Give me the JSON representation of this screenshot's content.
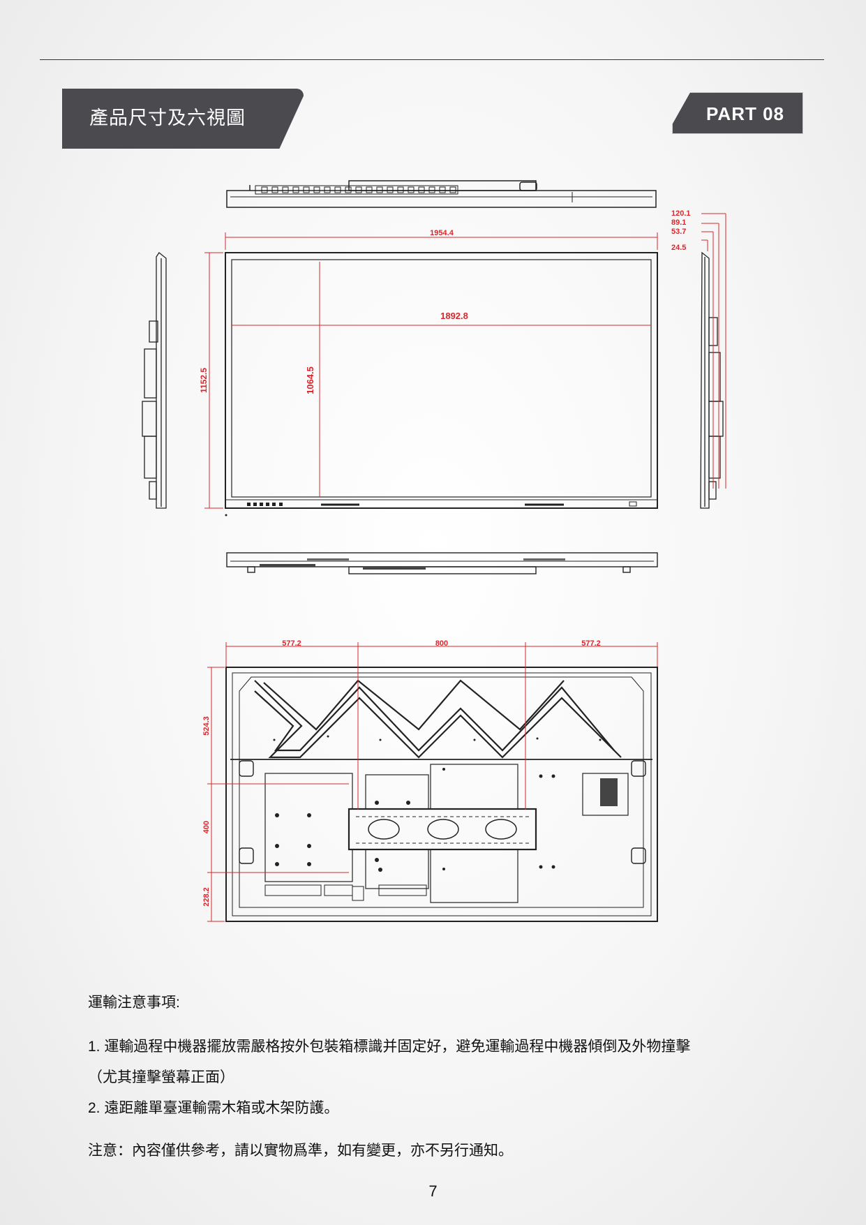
{
  "header": {
    "title": "產品尺寸及六視圖",
    "part_label": "PART 08"
  },
  "dimensions": {
    "overall_width": "1954.4",
    "active_width": "1892.8",
    "overall_height": "1152.5",
    "active_height": "1064.5",
    "depth_total": "120.1",
    "depth_2": "89.1",
    "depth_3": "53.7",
    "depth_4": "24.5",
    "rear_left": "577.2",
    "rear_center": "800",
    "rear_right": "577.2",
    "rear_top": "524.3",
    "rear_mid": "400",
    "rear_bottom": "228.2"
  },
  "notes": {
    "heading": "運輸注意事項:",
    "item1_line1": "1. 運輸過程中機器擺放需嚴格按外包裝箱標識并固定好，避免運輸過程中機器傾倒及外物撞擊",
    "item1_line2": "（尤其撞擊螢幕正面）",
    "item2": "2. 遠距離單臺運輸需木箱或木架防護。",
    "disclaimer": "注意：內容僅供參考，請以實物爲準，如有變更，亦不另行通知。"
  },
  "page_number": "7"
}
